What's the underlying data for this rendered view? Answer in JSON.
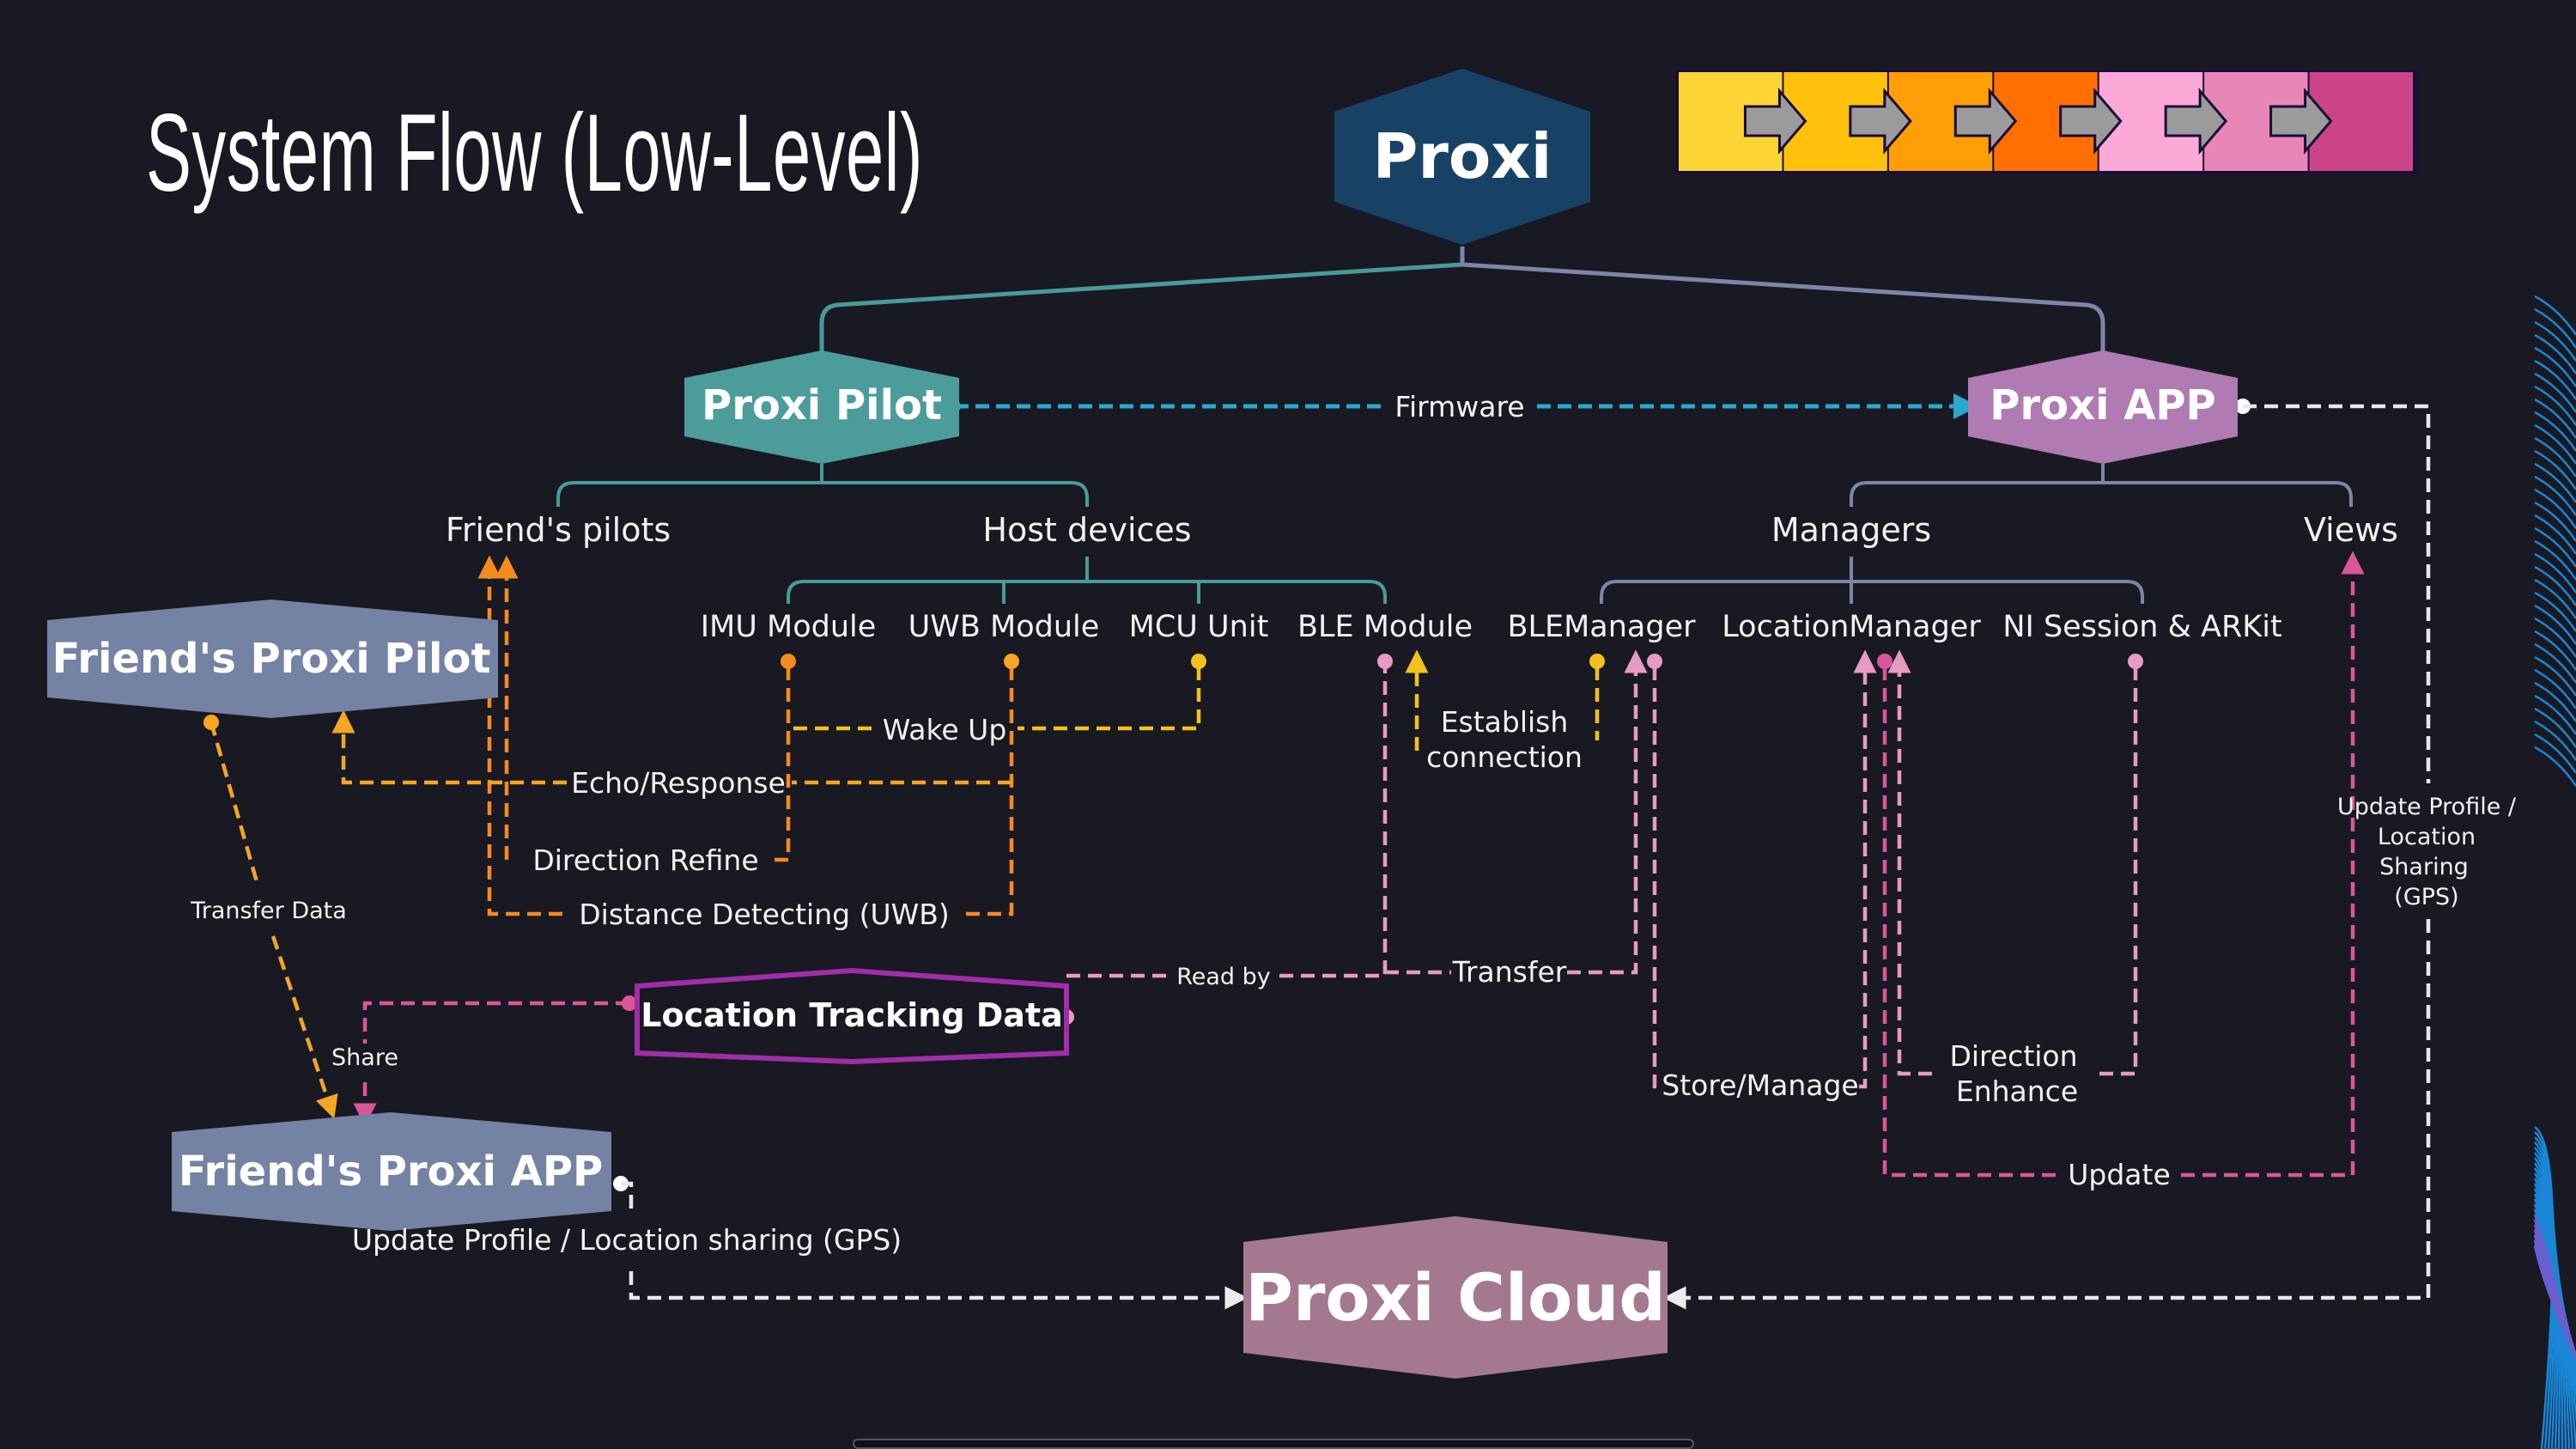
{
  "slide": {
    "title": "System Flow (Low-Level)"
  },
  "nodes": {
    "root": "Proxi",
    "pilot": "Proxi Pilot",
    "app": "Proxi APP",
    "friend_pilot": "Friend's Proxi Pilot",
    "friend_app": "Friend's Proxi APP",
    "location_data": "Location Tracking Data",
    "cloud": "Proxi Cloud"
  },
  "categories": {
    "friends_pilots": "Friend's pilots",
    "host_devices": "Host devices",
    "managers": "Managers",
    "views": "Views"
  },
  "modules": {
    "imu": "IMU Module",
    "uwb": "UWB Module",
    "mcu": "MCU Unit",
    "ble_module": "BLE Module",
    "ble_manager": "BLEManager",
    "location_manager": "LocationManager",
    "ni_session": "NI Session & ARKit"
  },
  "edge_labels": {
    "firmware": "Firmware",
    "wake_up": "Wake Up",
    "echo_response": "Echo/Response",
    "direction_refine": "Direction Refine",
    "distance_detecting": "Distance Detecting (UWB)",
    "establish_1": "Establish",
    "establish_2": "connection",
    "transfer_data": "Transfer Data",
    "share": "Share",
    "read_by": "Read by",
    "transfer": "Transfer",
    "store_manage": "Store/Manage",
    "direction_enhance_1": "Direction",
    "direction_enhance_2": "Enhance",
    "update": "Update",
    "update_profile_1": "Update Profile /",
    "update_profile_2": "Location",
    "update_profile_3": "Sharing",
    "update_profile_4": "(GPS)",
    "friend_update": "Update Profile / Location sharing (GPS)"
  },
  "colors": {
    "background": "#191923",
    "root": "#174266",
    "pilot": "#4c9c9c",
    "app": "#b07ab2",
    "friend": "#7482a4",
    "cloud": "#a4798f",
    "location_border": "#a12ea8",
    "teal_line": "#4a9a9a",
    "slate_line": "#7d86a8",
    "firmware_line": "#2aa8cf",
    "orange": "#f58a1f",
    "amber": "#f5a623",
    "yellow": "#f2c21c",
    "pink_light": "#e79ac4",
    "pink": "#d9569b",
    "white_line": "#e8e8e8"
  },
  "progress_bar": {
    "segments": [
      "#fcd535",
      "#ffc10b",
      "#ff9f05",
      "#ff6f02",
      "#fda9d7",
      "#e986b8",
      "#cc4488"
    ],
    "arrow_color": "#9b9b9b"
  }
}
